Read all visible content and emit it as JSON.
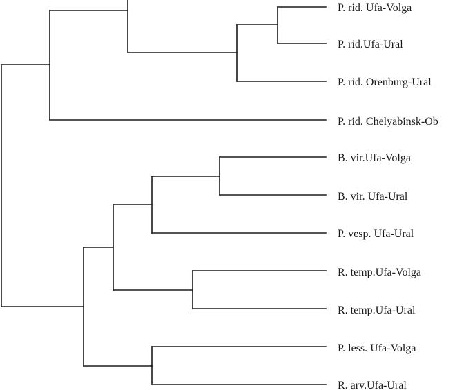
{
  "tree": {
    "leaves": [
      {
        "id": "l1",
        "label": "P. rid. Ufa-Volga"
      },
      {
        "id": "l2",
        "label": "P. rid.Ufa-Ural"
      },
      {
        "id": "l3",
        "label": "P. rid. Orenburg-Ural"
      },
      {
        "id": "l4",
        "label": "P. rid. Chelyabinsk-Ob"
      },
      {
        "id": "l5",
        "label": "B. vir.Ufa-Volga"
      },
      {
        "id": "l6",
        "label": "B. vir. Ufa-Ural"
      },
      {
        "id": "l7",
        "label": "P. vesp. Ufa-Ural"
      },
      {
        "id": "l8",
        "label": "R. temp.Ufa-Volga"
      },
      {
        "id": "l9",
        "label": "R. temp.Ufa-Ural"
      },
      {
        "id": "l10",
        "label": "P. less. Ufa-Volga"
      },
      {
        "id": "l11",
        "label": "R. arv.Ufa-Ural"
      }
    ],
    "clusters": [
      [
        "l1",
        "l2"
      ],
      [
        "l1",
        "l2",
        "l3"
      ],
      [
        "l1",
        "l2",
        "l3",
        "top-off"
      ],
      [
        "l1",
        "l2",
        "l3",
        "top-off",
        "l4"
      ],
      [
        "l5",
        "l6"
      ],
      [
        "l5",
        "l6",
        "l7"
      ],
      [
        "l8",
        "l9"
      ],
      [
        "l5",
        "l6",
        "l7",
        "l8",
        "l9"
      ],
      [
        "l10",
        "l11"
      ],
      [
        "l5",
        "l6",
        "l7",
        "l8",
        "l9",
        "l10",
        "l11"
      ],
      [
        "all"
      ]
    ]
  }
}
